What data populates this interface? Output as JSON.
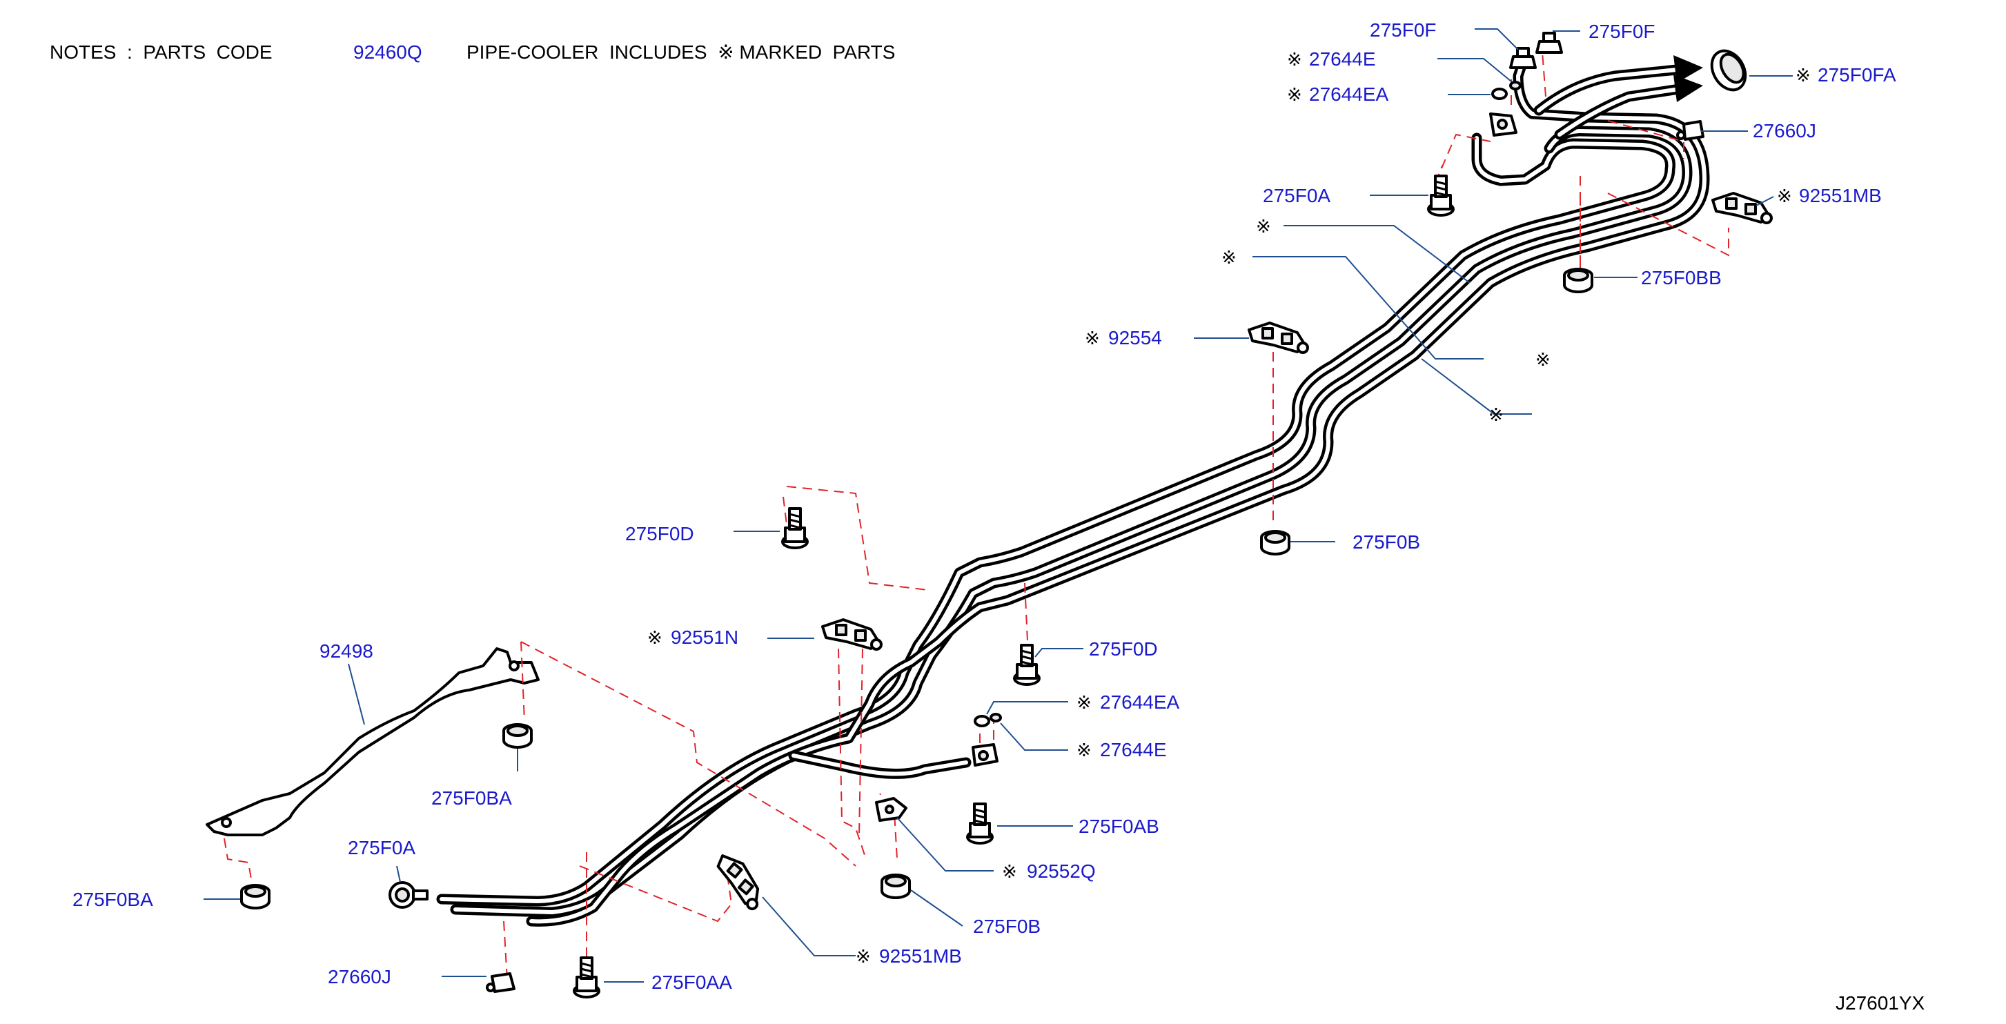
{
  "notes": {
    "prefix": "NOTES  :  PARTS  CODE",
    "code": "92460Q",
    "suffix": "PIPE-COOLER  INCLUDES  ※ MARKED  PARTS"
  },
  "symbols": {
    "mark": "※"
  },
  "diagram_id": "J27601YX",
  "callouts": [
    {
      "id": "c1",
      "marked": false,
      "code": "275F0F"
    },
    {
      "id": "c2",
      "marked": false,
      "code": "275F0F"
    },
    {
      "id": "c3",
      "marked": true,
      "code": "27644E"
    },
    {
      "id": "c4",
      "marked": true,
      "code": "27644EA"
    },
    {
      "id": "c5",
      "marked": true,
      "code": "275F0FA"
    },
    {
      "id": "c6",
      "marked": false,
      "code": "27660J"
    },
    {
      "id": "c7",
      "marked": false,
      "code": "275F0A"
    },
    {
      "id": "c8",
      "marked": true,
      "code": "92551MB"
    },
    {
      "id": "c9",
      "marked": false,
      "code": "275F0BB"
    },
    {
      "id": "c10",
      "marked": true,
      "code": "92554"
    },
    {
      "id": "c11",
      "marked": false,
      "code": "275F0B"
    },
    {
      "id": "c12",
      "marked": false,
      "code": "275F0D"
    },
    {
      "id": "c13",
      "marked": true,
      "code": "92551N"
    },
    {
      "id": "c14",
      "marked": false,
      "code": "275F0D"
    },
    {
      "id": "c15",
      "marked": true,
      "code": "27644EA"
    },
    {
      "id": "c16",
      "marked": true,
      "code": "27644E"
    },
    {
      "id": "c17",
      "marked": false,
      "code": "275F0AB"
    },
    {
      "id": "c18",
      "marked": true,
      "code": "92552Q"
    },
    {
      "id": "c19",
      "marked": false,
      "code": "275F0B"
    },
    {
      "id": "c20",
      "marked": true,
      "code": "92551MB"
    },
    {
      "id": "c21",
      "marked": false,
      "code": "275F0AA"
    },
    {
      "id": "c22",
      "marked": false,
      "code": "27660J"
    },
    {
      "id": "c23",
      "marked": false,
      "code": "275F0BA"
    },
    {
      "id": "c24",
      "marked": false,
      "code": "275F0BA"
    },
    {
      "id": "c25",
      "marked": false,
      "code": "275F0A"
    },
    {
      "id": "c26",
      "marked": false,
      "code": "92498"
    }
  ],
  "pipe_marks": [
    "※",
    "※",
    "※",
    "※"
  ]
}
